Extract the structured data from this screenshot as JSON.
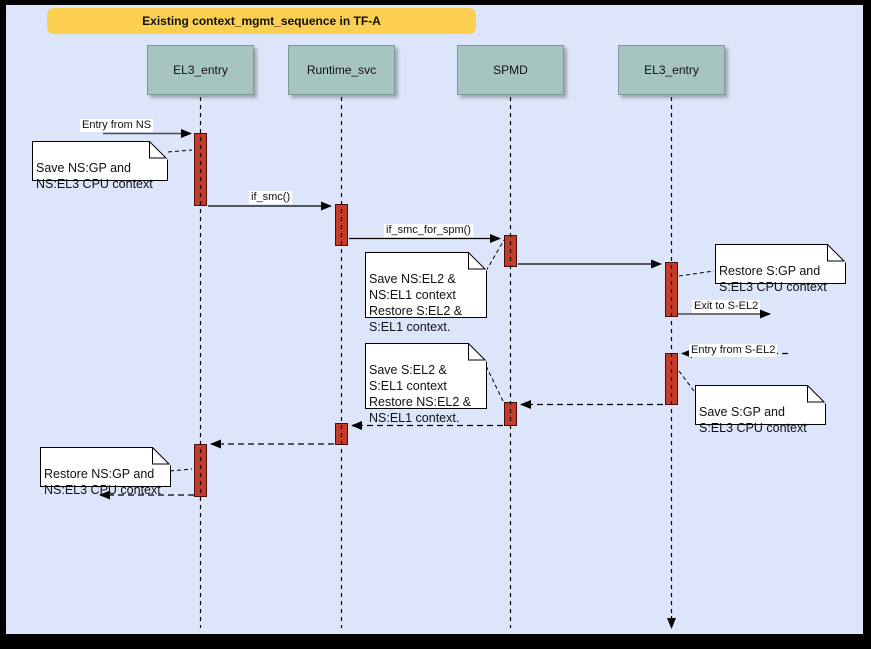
{
  "title": "Existing context_mgmt_sequence in TF-A",
  "colors": {
    "canvas_background": "#dde5fa",
    "frame_border": "#000000",
    "title_background": "#fbd051",
    "lifeline_header_background": "#a6c5c0",
    "activation_bar_fill": "#c43b27",
    "note_background": "#ffffff"
  },
  "lifelines": [
    {
      "label": "EL3_entry"
    },
    {
      "label": "Runtime_svc"
    },
    {
      "label": "SPMD"
    },
    {
      "label": "EL3_entry"
    }
  ],
  "messages": [
    {
      "label": "Entry from NS",
      "kind": "call"
    },
    {
      "label": "if_smc()",
      "kind": "call"
    },
    {
      "label": "if_smc_for_spm()",
      "kind": "call"
    },
    {
      "label": "",
      "kind": "call"
    },
    {
      "label": "Exit to S-EL2",
      "kind": "call"
    },
    {
      "label": "Entry from S-EL2",
      "kind": "return"
    },
    {
      "label": "",
      "kind": "return"
    },
    {
      "label": "",
      "kind": "return"
    },
    {
      "label": "",
      "kind": "return"
    },
    {
      "label": "",
      "kind": "return"
    }
  ],
  "notes": [
    {
      "text": "Save NS:GP and\nNS:EL3 CPU context"
    },
    {
      "text": "Save NS:EL2 &\nNS:EL1 context\nRestore S:EL2 &\nS:EL1 context."
    },
    {
      "text": "Restore S:GP and\nS:EL3 CPU context"
    },
    {
      "text": "Save S:EL2 &\nS:EL1 context\nRestore NS:EL2 &\nNS:EL1 context."
    },
    {
      "text": "Save S:GP and\nS:EL3 CPU context"
    },
    {
      "text": "Restore NS:GP and\nNS:EL3 CPU context"
    }
  ]
}
